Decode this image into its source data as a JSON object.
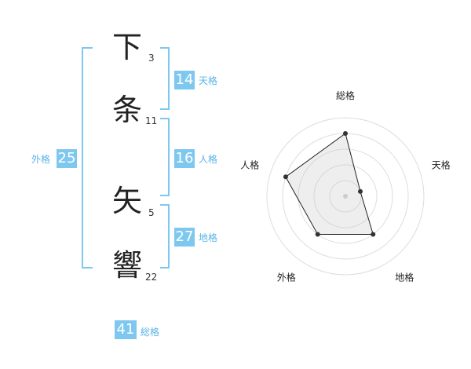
{
  "name": {
    "chars": [
      {
        "char": "下",
        "strokes": "3"
      },
      {
        "char": "条",
        "strokes": "11"
      },
      {
        "char": "矢",
        "strokes": "5"
      },
      {
        "char": "響",
        "strokes": "22"
      }
    ]
  },
  "fortune": {
    "tenkaku": {
      "value": "14",
      "label": "天格"
    },
    "jinkaku": {
      "value": "16",
      "label": "人格"
    },
    "chikaku": {
      "value": "27",
      "label": "地格"
    },
    "gaikaku": {
      "value": "25",
      "label": "外格"
    },
    "soukaku": {
      "value": "41",
      "label": "総格"
    }
  },
  "chart_data": {
    "type": "radar",
    "axes": [
      "総格",
      "天格",
      "地格",
      "外格",
      "人格"
    ],
    "levels": 5,
    "range": [
      0,
      5
    ],
    "values": [
      4,
      1,
      3,
      3,
      4
    ]
  }
}
